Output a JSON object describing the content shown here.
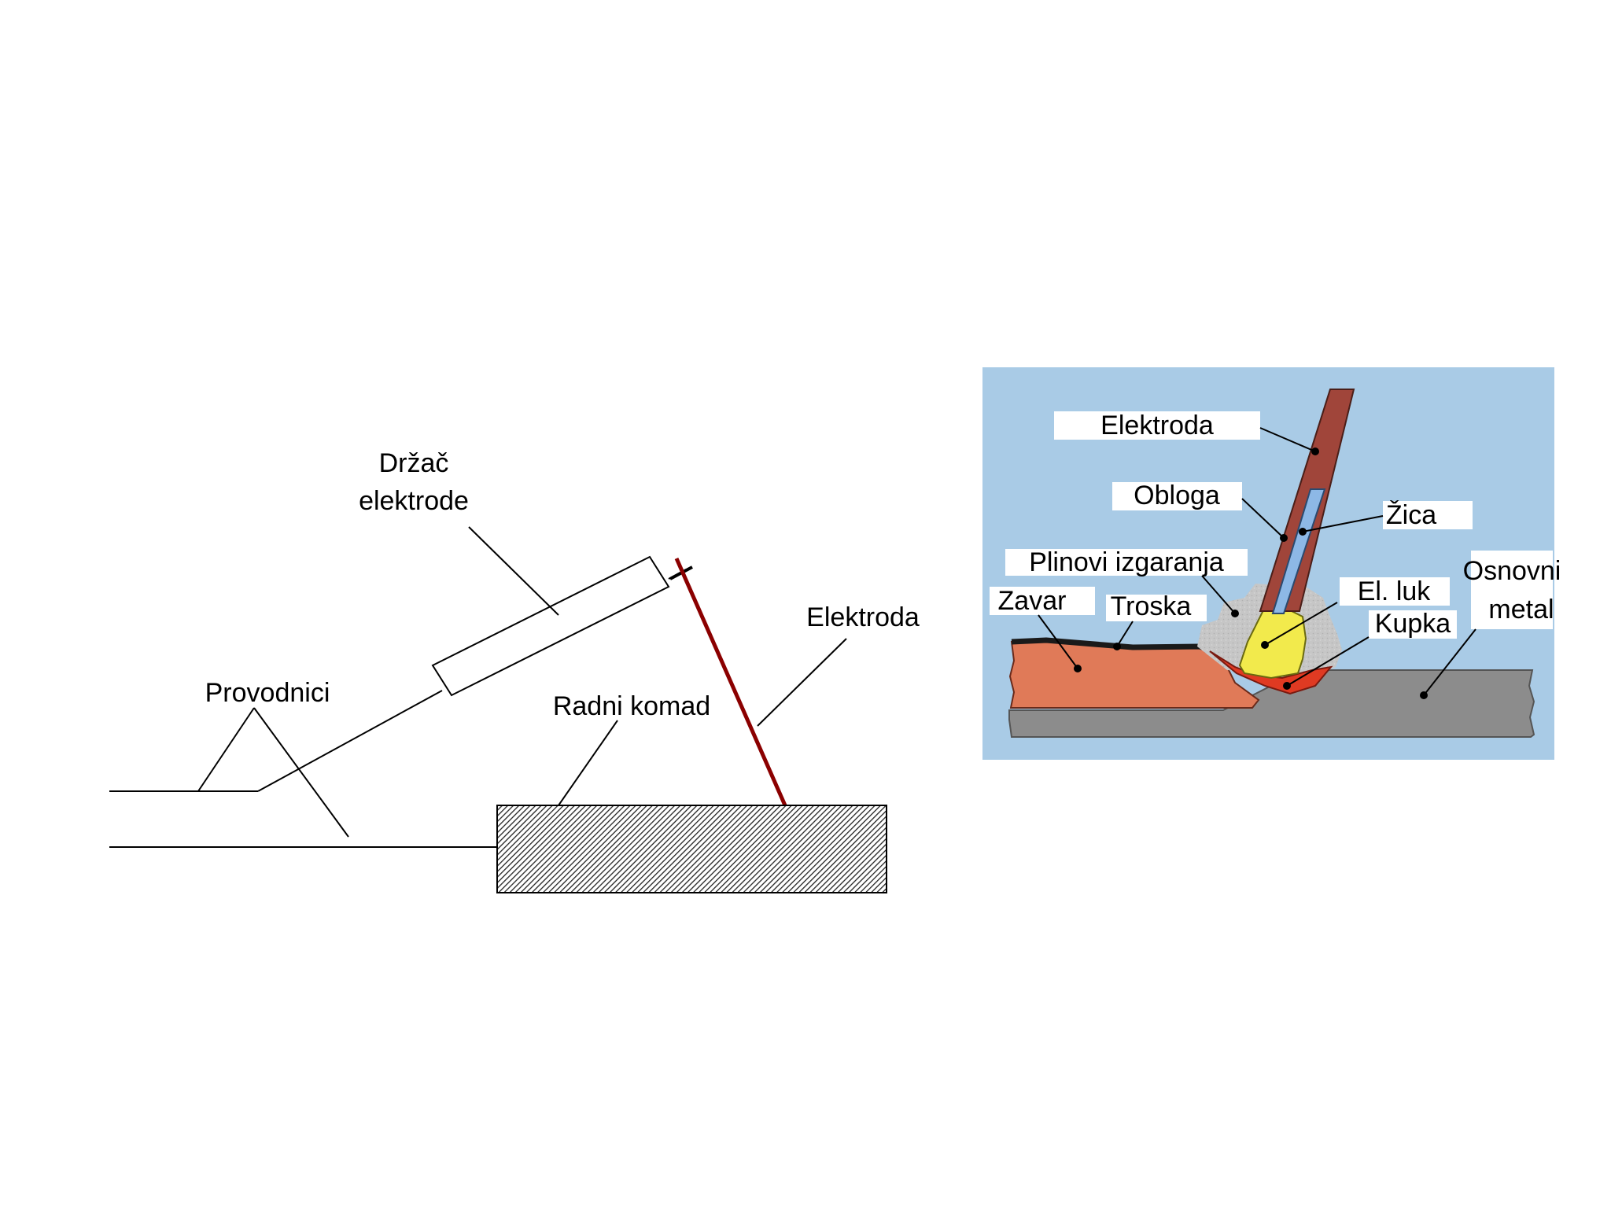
{
  "left_diagram": {
    "labels": {
      "holder_line1": "Držač",
      "holder_line2": "elektrode",
      "electrode": "Elektroda",
      "conductors": "Provodnici",
      "workpiece": "Radni komad"
    },
    "colors": {
      "line": "#000000",
      "electrode": "#8b0000",
      "hatch": "#222222"
    }
  },
  "right_diagram": {
    "labels": {
      "electrode": "Elektroda",
      "coating": "Obloga",
      "wire": "Žica",
      "combustion_gases": "Plinovi izgaranja",
      "weld": "Zavar",
      "slag": "Troska",
      "arc": "El. luk",
      "pool": "Kupka",
      "base_metal_line1": "Osnovni",
      "base_metal_line2": "metal"
    },
    "colors": {
      "background": "#a9cbe6",
      "electrode_rod": "#a0453a",
      "wire": "#8db8e6",
      "gas_cloud": "#c8c8c8",
      "arc": "#f2ea4c",
      "pool": "#e03a22",
      "weld": "#e07a58",
      "base_metal": "#8c8c8c",
      "slag": "#1a1a1a"
    }
  }
}
